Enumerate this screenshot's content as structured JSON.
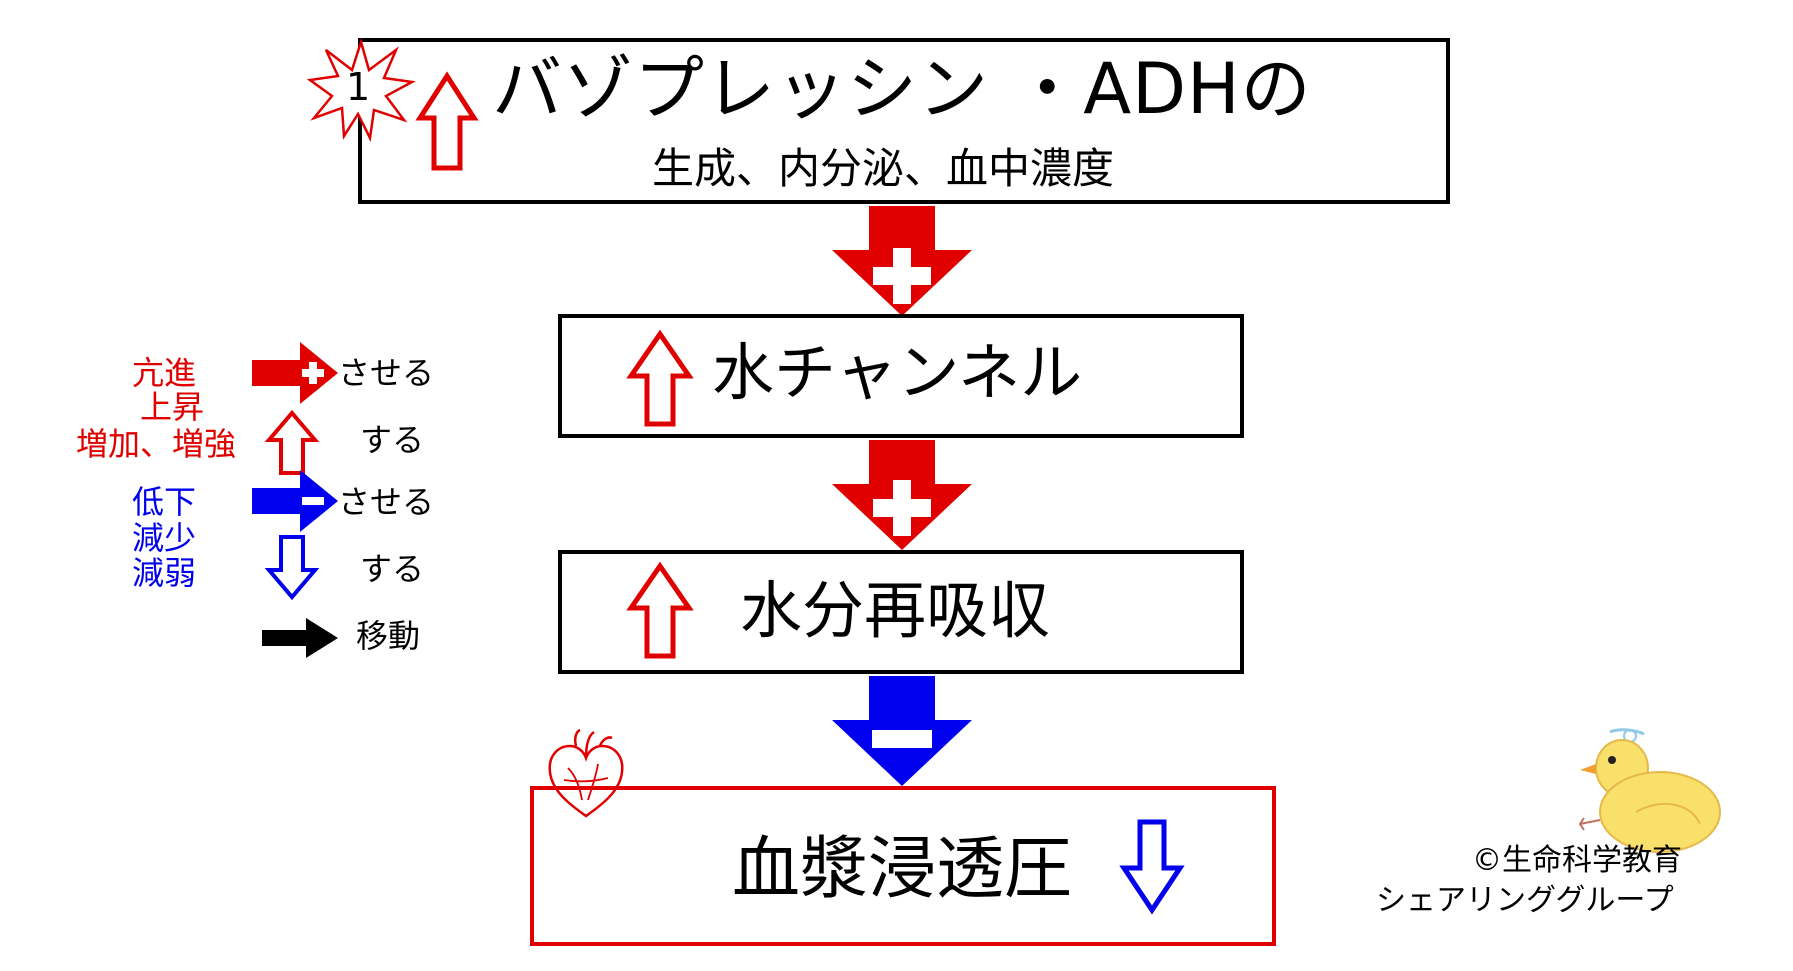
{
  "steps": [
    {
      "title": "バゾプレッシン ・ADHの",
      "subtitle": "生成、内分泌、血中濃度",
      "direction": "up",
      "badge": "1"
    },
    {
      "title": "水チャンネル",
      "direction": "up"
    },
    {
      "title": "水分再吸収",
      "direction": "up"
    },
    {
      "title": "血漿浸透圧",
      "direction": "down"
    }
  ],
  "connectors": [
    {
      "sign": "+",
      "effect": "promote"
    },
    {
      "sign": "+",
      "effect": "promote"
    },
    {
      "sign": "−",
      "effect": "suppress"
    }
  ],
  "legend": {
    "promote_words": "亢進",
    "rise_words": "上昇",
    "increase_words": "増加、増強",
    "lower_words": "低下",
    "decrease_words": "減少",
    "weaken_words": "減弱",
    "cause_suffix_promote": "させる",
    "do_suffix_up": "する",
    "cause_suffix_suppress": "させる",
    "do_suffix_down": "する",
    "move_label": "移動"
  },
  "credit": {
    "line1": "©生命科学教育",
    "line2": "シェアリンググループ"
  },
  "colors": {
    "promote": "#e00000",
    "suppress": "#0000ee",
    "move": "#000000"
  },
  "icons": [
    "starburst-badge-icon",
    "up-arrow-icon",
    "down-arrow-icon",
    "heart-icon",
    "chick-drawing-icon"
  ]
}
